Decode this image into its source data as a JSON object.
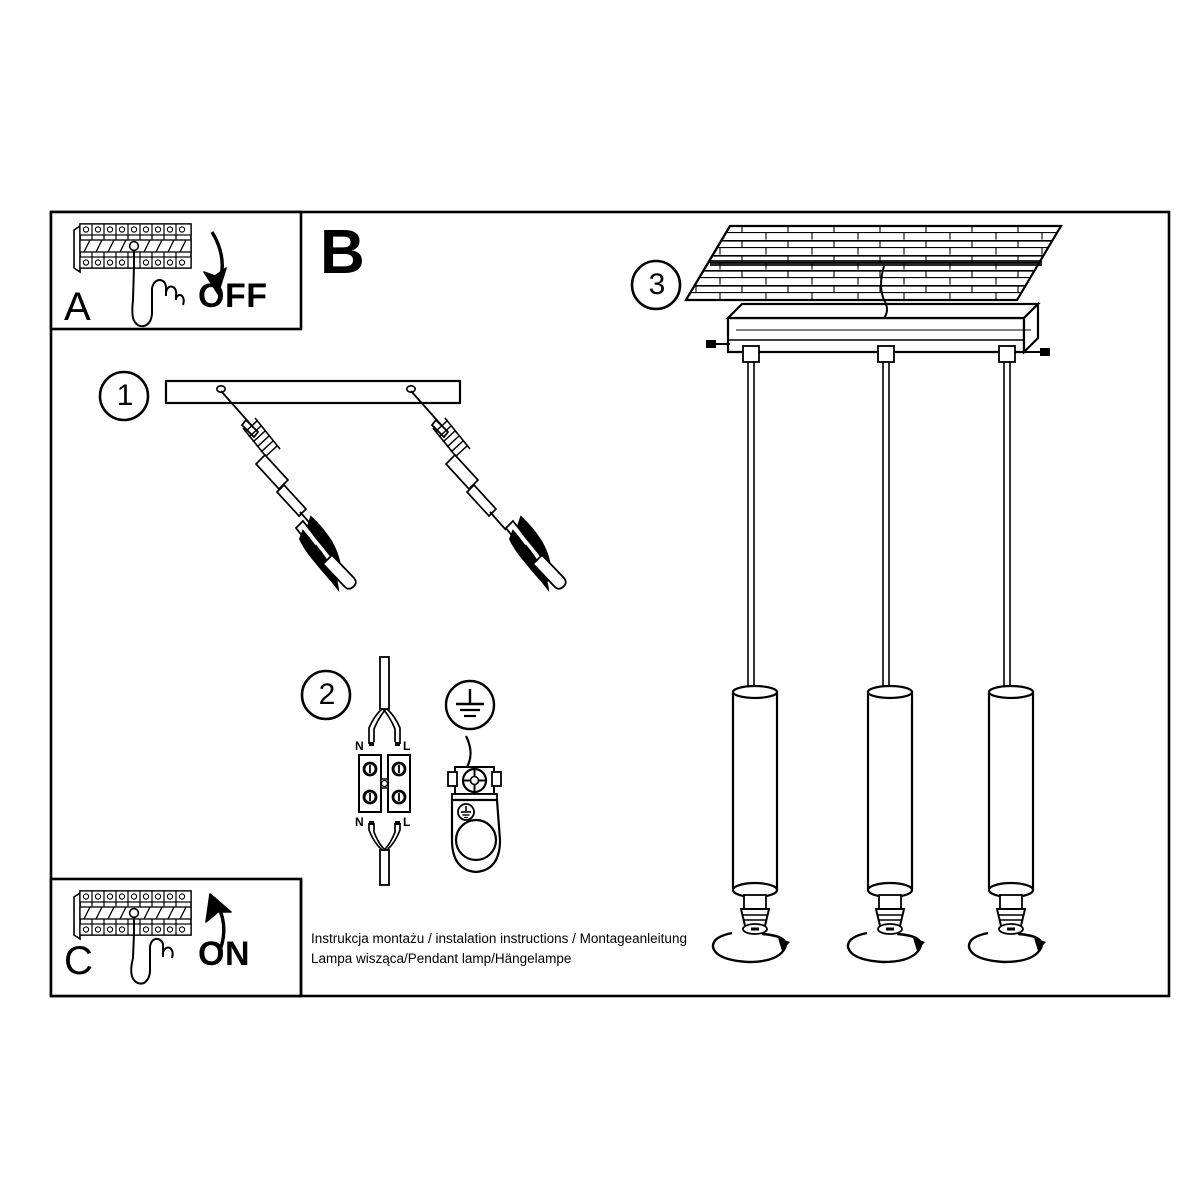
{
  "document": {
    "type": "installation-instruction-sheet",
    "product": "Pendant lamp (3-light linear)",
    "line_color": "#000000",
    "background_color": "#ffffff"
  },
  "panels": {
    "power_off": {
      "letter": "A",
      "action_label": "OFF",
      "icon": "circuit-breaker-panel",
      "arrow": "curved-arrow-down",
      "hand": "hand-pointing",
      "breaker_count": 9
    },
    "power_on": {
      "letter": "C",
      "action_label": "ON",
      "icon": "circuit-breaker-panel",
      "arrow": "curved-arrow-up",
      "hand": "hand-pointing",
      "breaker_count": 9
    },
    "main": {
      "letter": "B"
    }
  },
  "steps": [
    {
      "number": "1",
      "name": "mount-bracket-and-anchors",
      "parts": [
        "mounting-bar",
        "screws",
        "wall-plugs"
      ],
      "hole_count": 2
    },
    {
      "number": "2",
      "name": "wire-connection",
      "terminal_labels_top": {
        "neutral": "N",
        "live": "L"
      },
      "terminal_labels_bottom": {
        "neutral": "N",
        "live": "L"
      },
      "earth_symbol": "earth-ground-symbol",
      "parts": [
        "terminal-block",
        "ground-clamp"
      ]
    },
    {
      "number": "3",
      "name": "install-fixture-to-ceiling",
      "ceiling": "hatched-ceiling",
      "canopy": "linear-canopy-bar",
      "pendant_count": 3,
      "side_screw_count": 2,
      "bulb_type": "GU10-reflector",
      "bulb_action": "twist-to-lock"
    }
  ],
  "caption": {
    "line1": "Instrukcja montażu / instalation instructions / Montageanleitung",
    "line2": "Lampa wisząca/Pendant lamp/Hängelampe"
  }
}
